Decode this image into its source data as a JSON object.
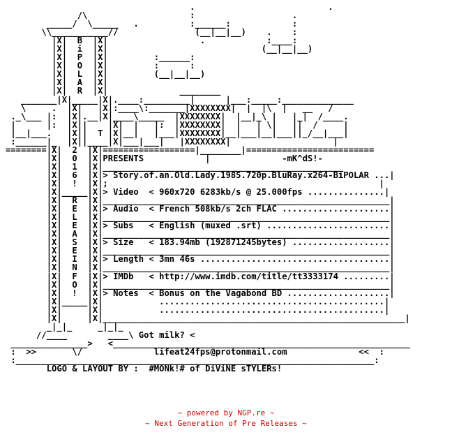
{
  "nfo_lines": [
    "                                    .                          .",
    "              /\\                    :                   .",
    "        _____/  \\_____   .          :______:            :",
    "       \\\\___________//               (__|__|__)    .    :",
    "         |X|  B  |X|                  .            :____:",
    "         |X|  i  |X|                              (__|__|__)",
    "         |X|  P  |X|         :______:",
    "         |X|  O  |X|         :      :",
    "         |X|  L  |X|         (__|__|__)",
    "         |X|  A  |X|",
    "         |X|  R  |X|              ________",
    "   _______|X|_____|X|.____:_________|      |___:_____:______________",
    "   \\     .  |X|   |X|:____\\:_______|XXXXXXXX|  |  |\\  |   __   /",
    " ._\\___ |:  |X|.__|X|____\\_____  |XXXXXXXX|  |__|_\\ |   |_|  /____.",
    " |      |:  |X||    |X|  |   |:  |XXXXXXXX|  |   | \\|   ||  /     |",
    " |__|___.   |X||  T |X|__|   |___|XXXXXXXX|__|___|__|___||_/__|___|",
    " :______|_  |X||____|X|___|___|   |XXXXXXXX|                    |",
    "========|X|  2  |X|==================|________|=========================",
    "        |X|  0  |X|PRESENTS            |              -mK^dS!-",
    "        |X|  1  |X|_______________________________________________",
    "        |X|  6  |X|> Story.of.an.Old.Lady.1985.720p.BluRay.x264-BiPOLAR ...|",
    "        |X|  !  |X|;                                                     |",
    "        |X|_____|X|> Video  < 960x720 6283kb/s @ 25.000fps ...............|",
    "        |X|  R  |X|________________________________________________________|",
    "        |X|  E  |X|> Audio  < French 508kb/s 2ch FLAC .....................|",
    "        |X|  L  |X|________________________________________________________|",
    "        |X|  E  |X|> Subs   < English (muxed .srt) ........................|",
    "        |X|  A  |X|________________________________________________________|",
    "        |X|  S  |X|> Size   < 183.94mb (192871245bytes) ...................|",
    "        |X|  E  |X|________________________________________________________|",
    "        |X|  I  |X|> Length < 3mn 46s .....................................|",
    "        |X|  N  |X|________________________________________________________|",
    "        |X|  F  |X|> IMDb   < http://www.imdb.com/title/tt3333174 .........|",
    "        |X|  O  |X|________________________________________________________|",
    "        |X|  !  |X|> Notes  < Bonus on the Vagabond BD ....................|",
    "        |X|_____|X|           ............................................|",
    "        |X|     |X|           ............................................|",
    "        |X|     |X|___________________________________________________________|",
    "        _|_|_     _|_|_",
    "      //____        ____\\ Got milk? <",
    " _______________>   <__________________________________________________________",
    " :  >>       \\/              lifeat24fps@protonmail.com              <<  :",
    " :______________________________________________________________________:",
    "        LOGO & LAYOUT BY :  #MONk!# of DiViNE sTYLERs!"
  ],
  "footer": {
    "line1": "~ powered by NGP.re ~",
    "line2": "~ Next Generation of Pre Releases ~",
    "color": "#cc0000"
  }
}
